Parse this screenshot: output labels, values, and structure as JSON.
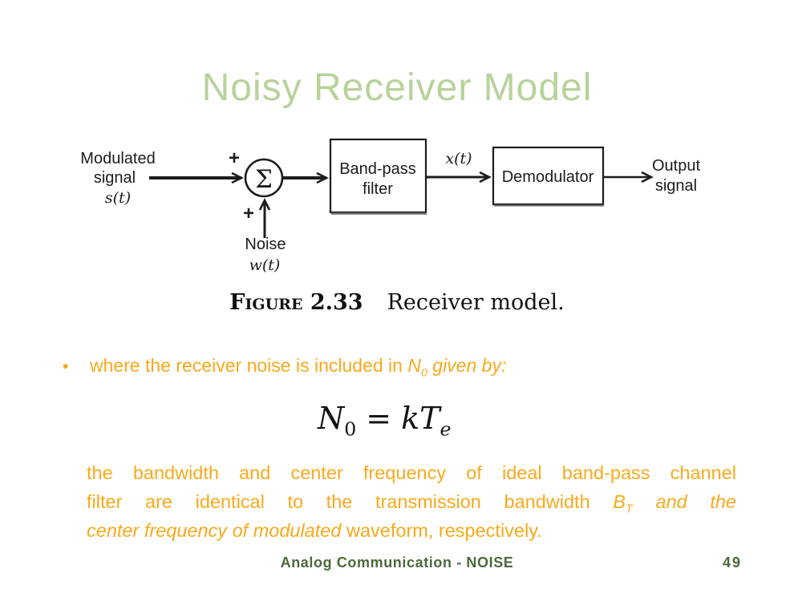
{
  "title": "Noisy Receiver Model",
  "colors": {
    "title_green": "#b8d29b",
    "body_orange": "#f8a91c",
    "footer_green": "#4b693c",
    "diagram_ink": "#1c1c1c"
  },
  "figure": {
    "input_label": [
      "Modulated",
      "signal",
      "s(t)"
    ],
    "plus_top": "+",
    "plus_bottom": "+",
    "sum_symbol": "Σ",
    "noise_label": "Noise",
    "noise_math": "w(t)",
    "bandpass_label": [
      "Band-pass",
      "filter"
    ],
    "x_label": "x(t)",
    "demodulator_label": "Demodulator",
    "output_label": [
      "Output",
      "signal"
    ],
    "caption_tag": "Figure 2.33",
    "caption_text": "Receiver model."
  },
  "bullet": {
    "marker": "•",
    "part1": "where the receiver noise is included in ",
    "var": "N",
    "var_sub": "0",
    "part2": " given by:"
  },
  "formula": {
    "lhs": "N",
    "lhs_sub": "0",
    "equals": "=",
    "rhs": "kT",
    "rhs_sub": "e"
  },
  "body": {
    "line1": "the bandwidth and center frequency of ideal band-pass channel",
    "line2_part1": "filter are identical to the transmission bandwidth ",
    "line2_var": "B",
    "line2_var_sub": "T",
    "line2_part2": " and the",
    "line3_italic": "center frequency of modulated",
    "line3_part2": " waveform, respectively."
  },
  "footer": {
    "text": "Analog Communication - NOISE",
    "page": "49"
  }
}
